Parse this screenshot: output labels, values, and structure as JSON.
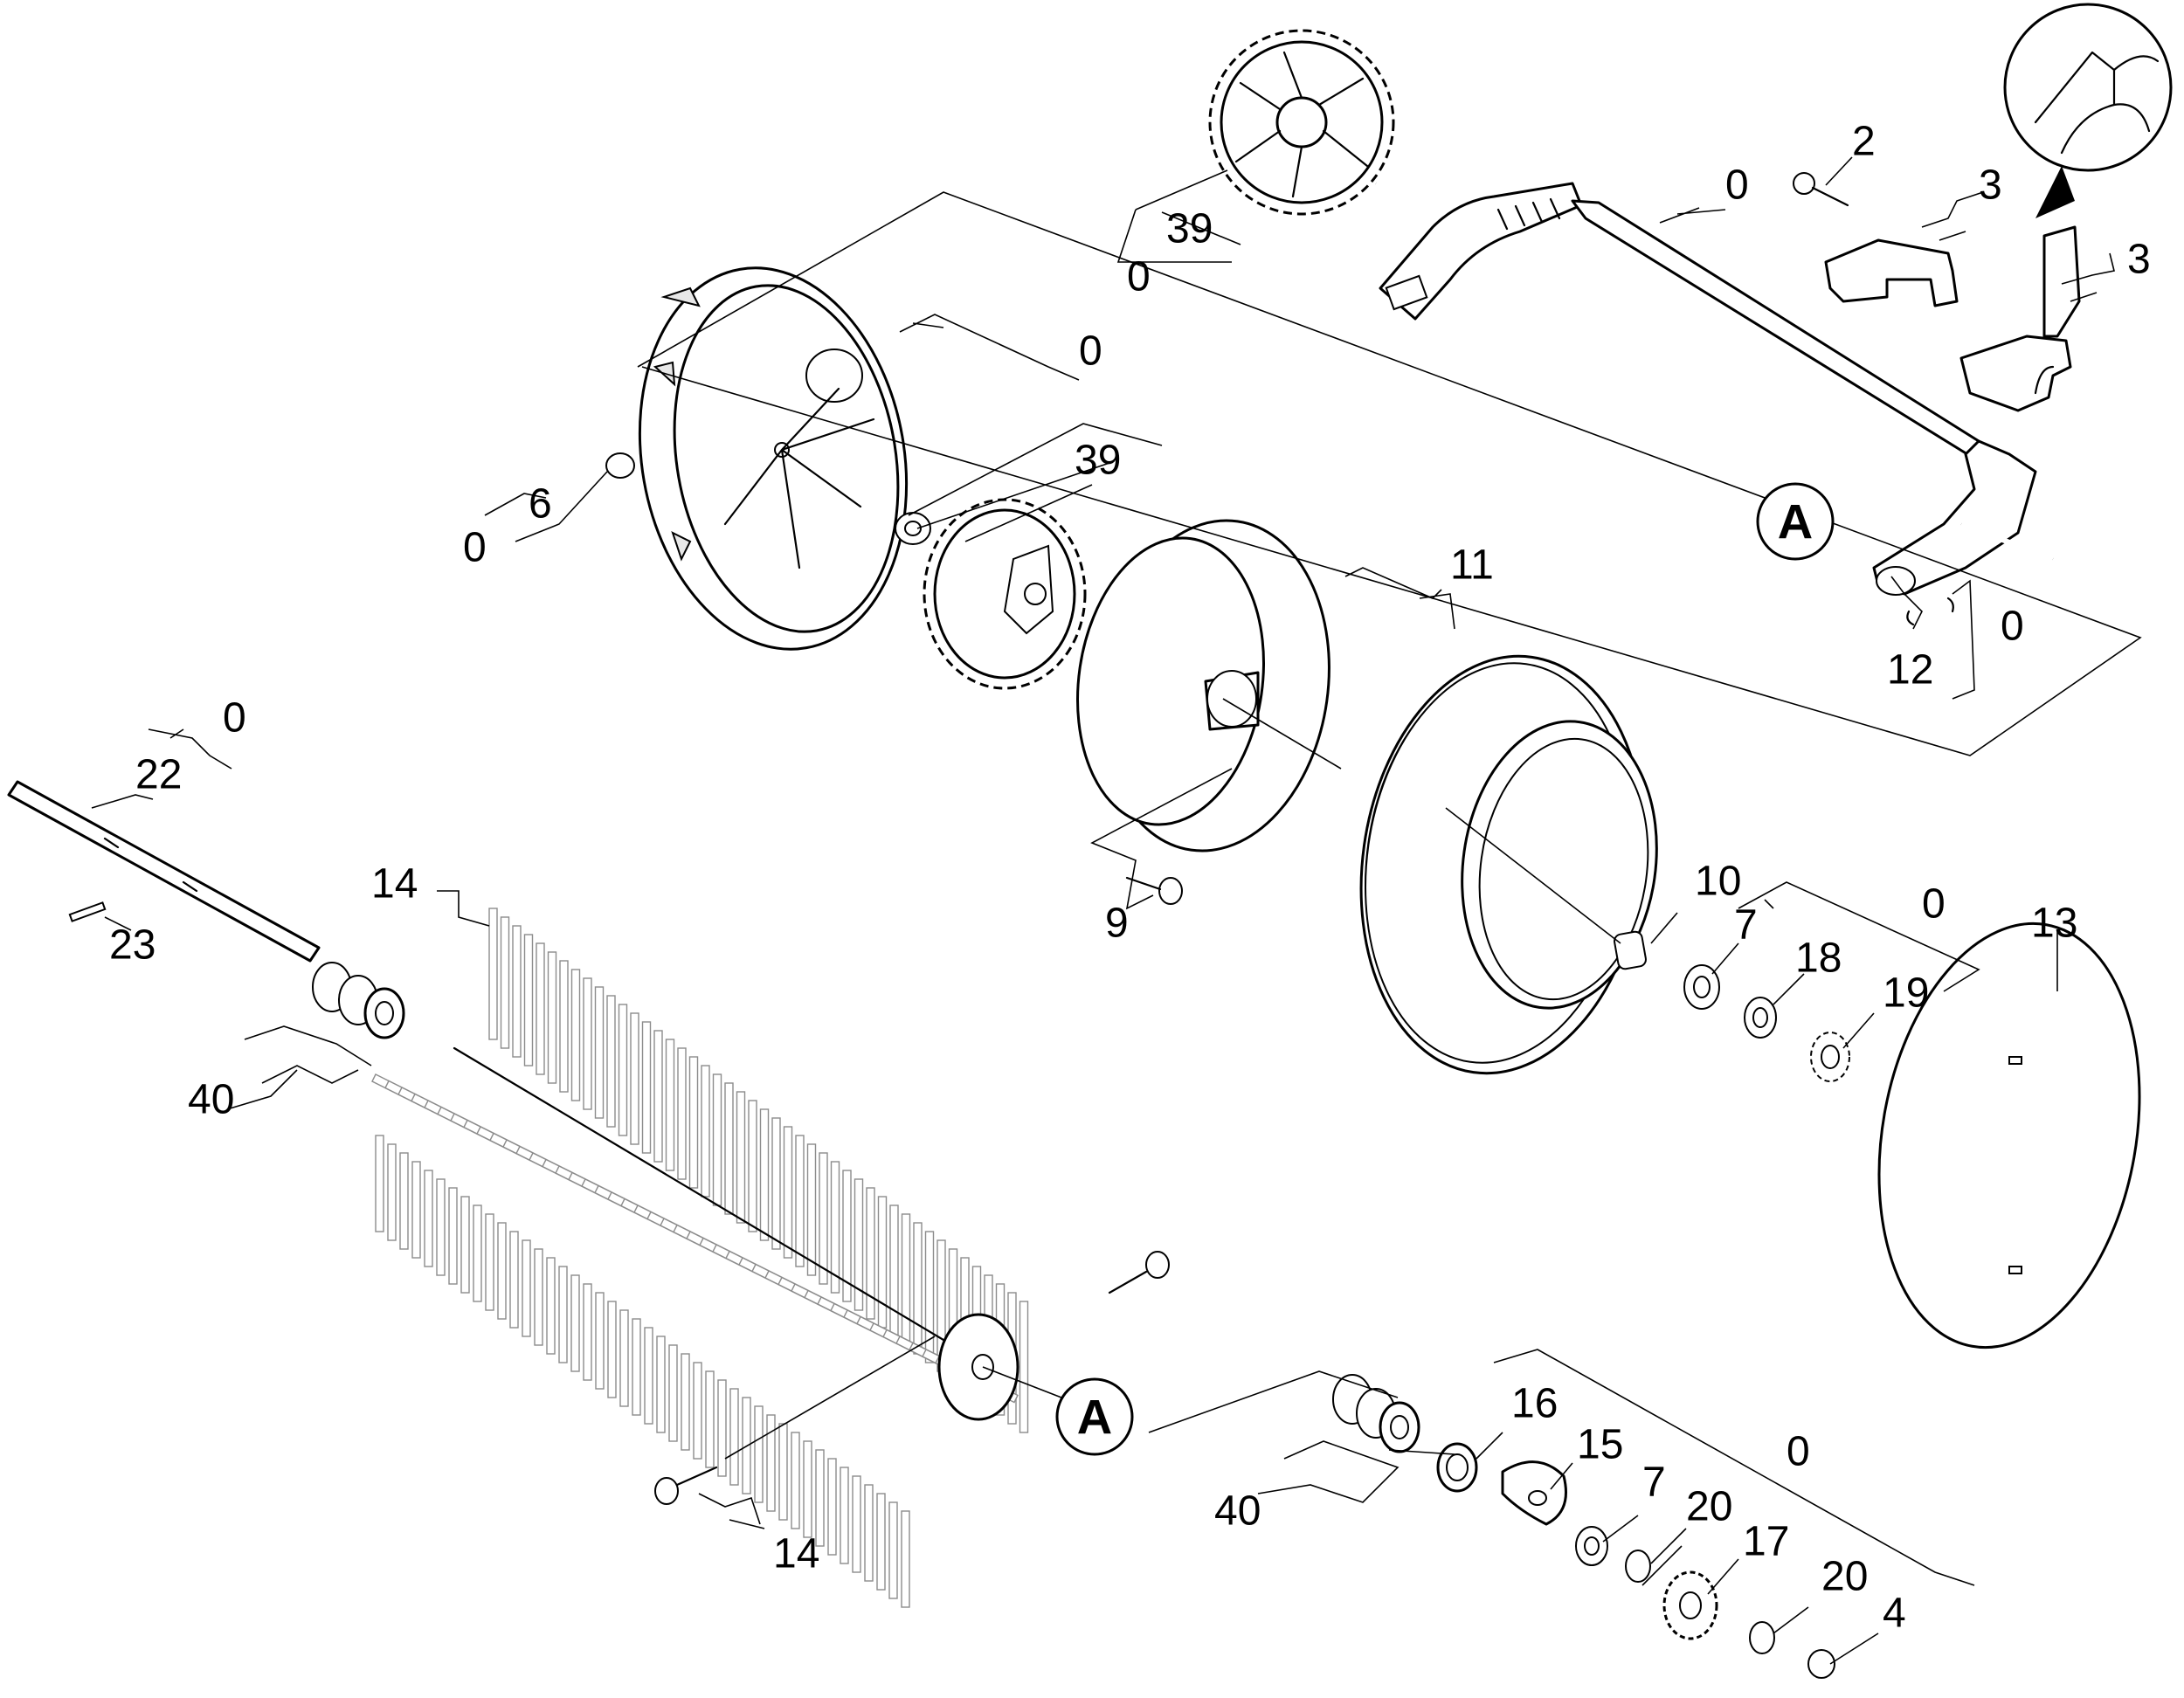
{
  "diagram": {
    "type": "exploded-parts-diagram",
    "callouts": [
      {
        "id": "c2",
        "text": "2"
      },
      {
        "id": "c0a",
        "text": "0"
      },
      {
        "id": "c3a",
        "text": "3"
      },
      {
        "id": "c3b",
        "text": "3"
      },
      {
        "id": "c39a",
        "text": "39"
      },
      {
        "id": "c0b",
        "text": "0"
      },
      {
        "id": "c0c",
        "text": "0"
      },
      {
        "id": "c39b",
        "text": "39"
      },
      {
        "id": "c6",
        "text": "6"
      },
      {
        "id": "c0d",
        "text": "0"
      },
      {
        "id": "c11",
        "text": "11"
      },
      {
        "id": "c0e",
        "text": "0"
      },
      {
        "id": "c12",
        "text": "12"
      },
      {
        "id": "c0f",
        "text": "0"
      },
      {
        "id": "c22",
        "text": "22"
      },
      {
        "id": "c23",
        "text": "23"
      },
      {
        "id": "c14a",
        "text": "14"
      },
      {
        "id": "c9",
        "text": "9"
      },
      {
        "id": "c10",
        "text": "10"
      },
      {
        "id": "c0g",
        "text": "0"
      },
      {
        "id": "c7a",
        "text": "7"
      },
      {
        "id": "c18",
        "text": "18"
      },
      {
        "id": "c19",
        "text": "19"
      },
      {
        "id": "c13",
        "text": "13"
      },
      {
        "id": "c40a",
        "text": "40"
      },
      {
        "id": "c16",
        "text": "16"
      },
      {
        "id": "c15",
        "text": "15"
      },
      {
        "id": "c0h",
        "text": "0"
      },
      {
        "id": "c7b",
        "text": "7"
      },
      {
        "id": "c20a",
        "text": "20"
      },
      {
        "id": "c17",
        "text": "17"
      },
      {
        "id": "c20b",
        "text": "20"
      },
      {
        "id": "c4",
        "text": "4"
      },
      {
        "id": "c40b",
        "text": "40"
      },
      {
        "id": "c14b",
        "text": "14"
      }
    ],
    "markers": [
      {
        "id": "mA1",
        "text": "A"
      },
      {
        "id": "mA2",
        "text": "A"
      }
    ]
  }
}
